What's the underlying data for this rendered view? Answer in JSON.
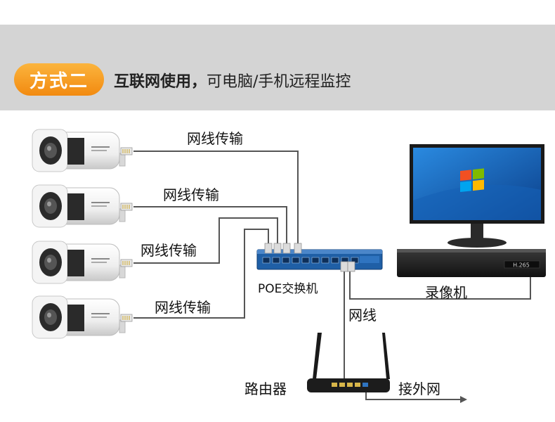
{
  "header": {
    "badge": "方式二",
    "title_bold": "互联网使用，",
    "title_rest": "可电脑/手机远程监控"
  },
  "labels": {
    "cable_1": "网线传输",
    "cable_2": "网线传输",
    "cable_3": "网线传输",
    "cable_4": "网线传输",
    "poe_switch": "POE交换机",
    "nvr": "录像机",
    "network_cable": "网线",
    "router": "路由器",
    "external_net": "接外网"
  },
  "nvr_display": "H.265",
  "colors": {
    "badge": "#f39a1e",
    "header_bg": "#d4d4d4",
    "switch": "#1f5fa6",
    "screen": "#1b6fc4"
  }
}
